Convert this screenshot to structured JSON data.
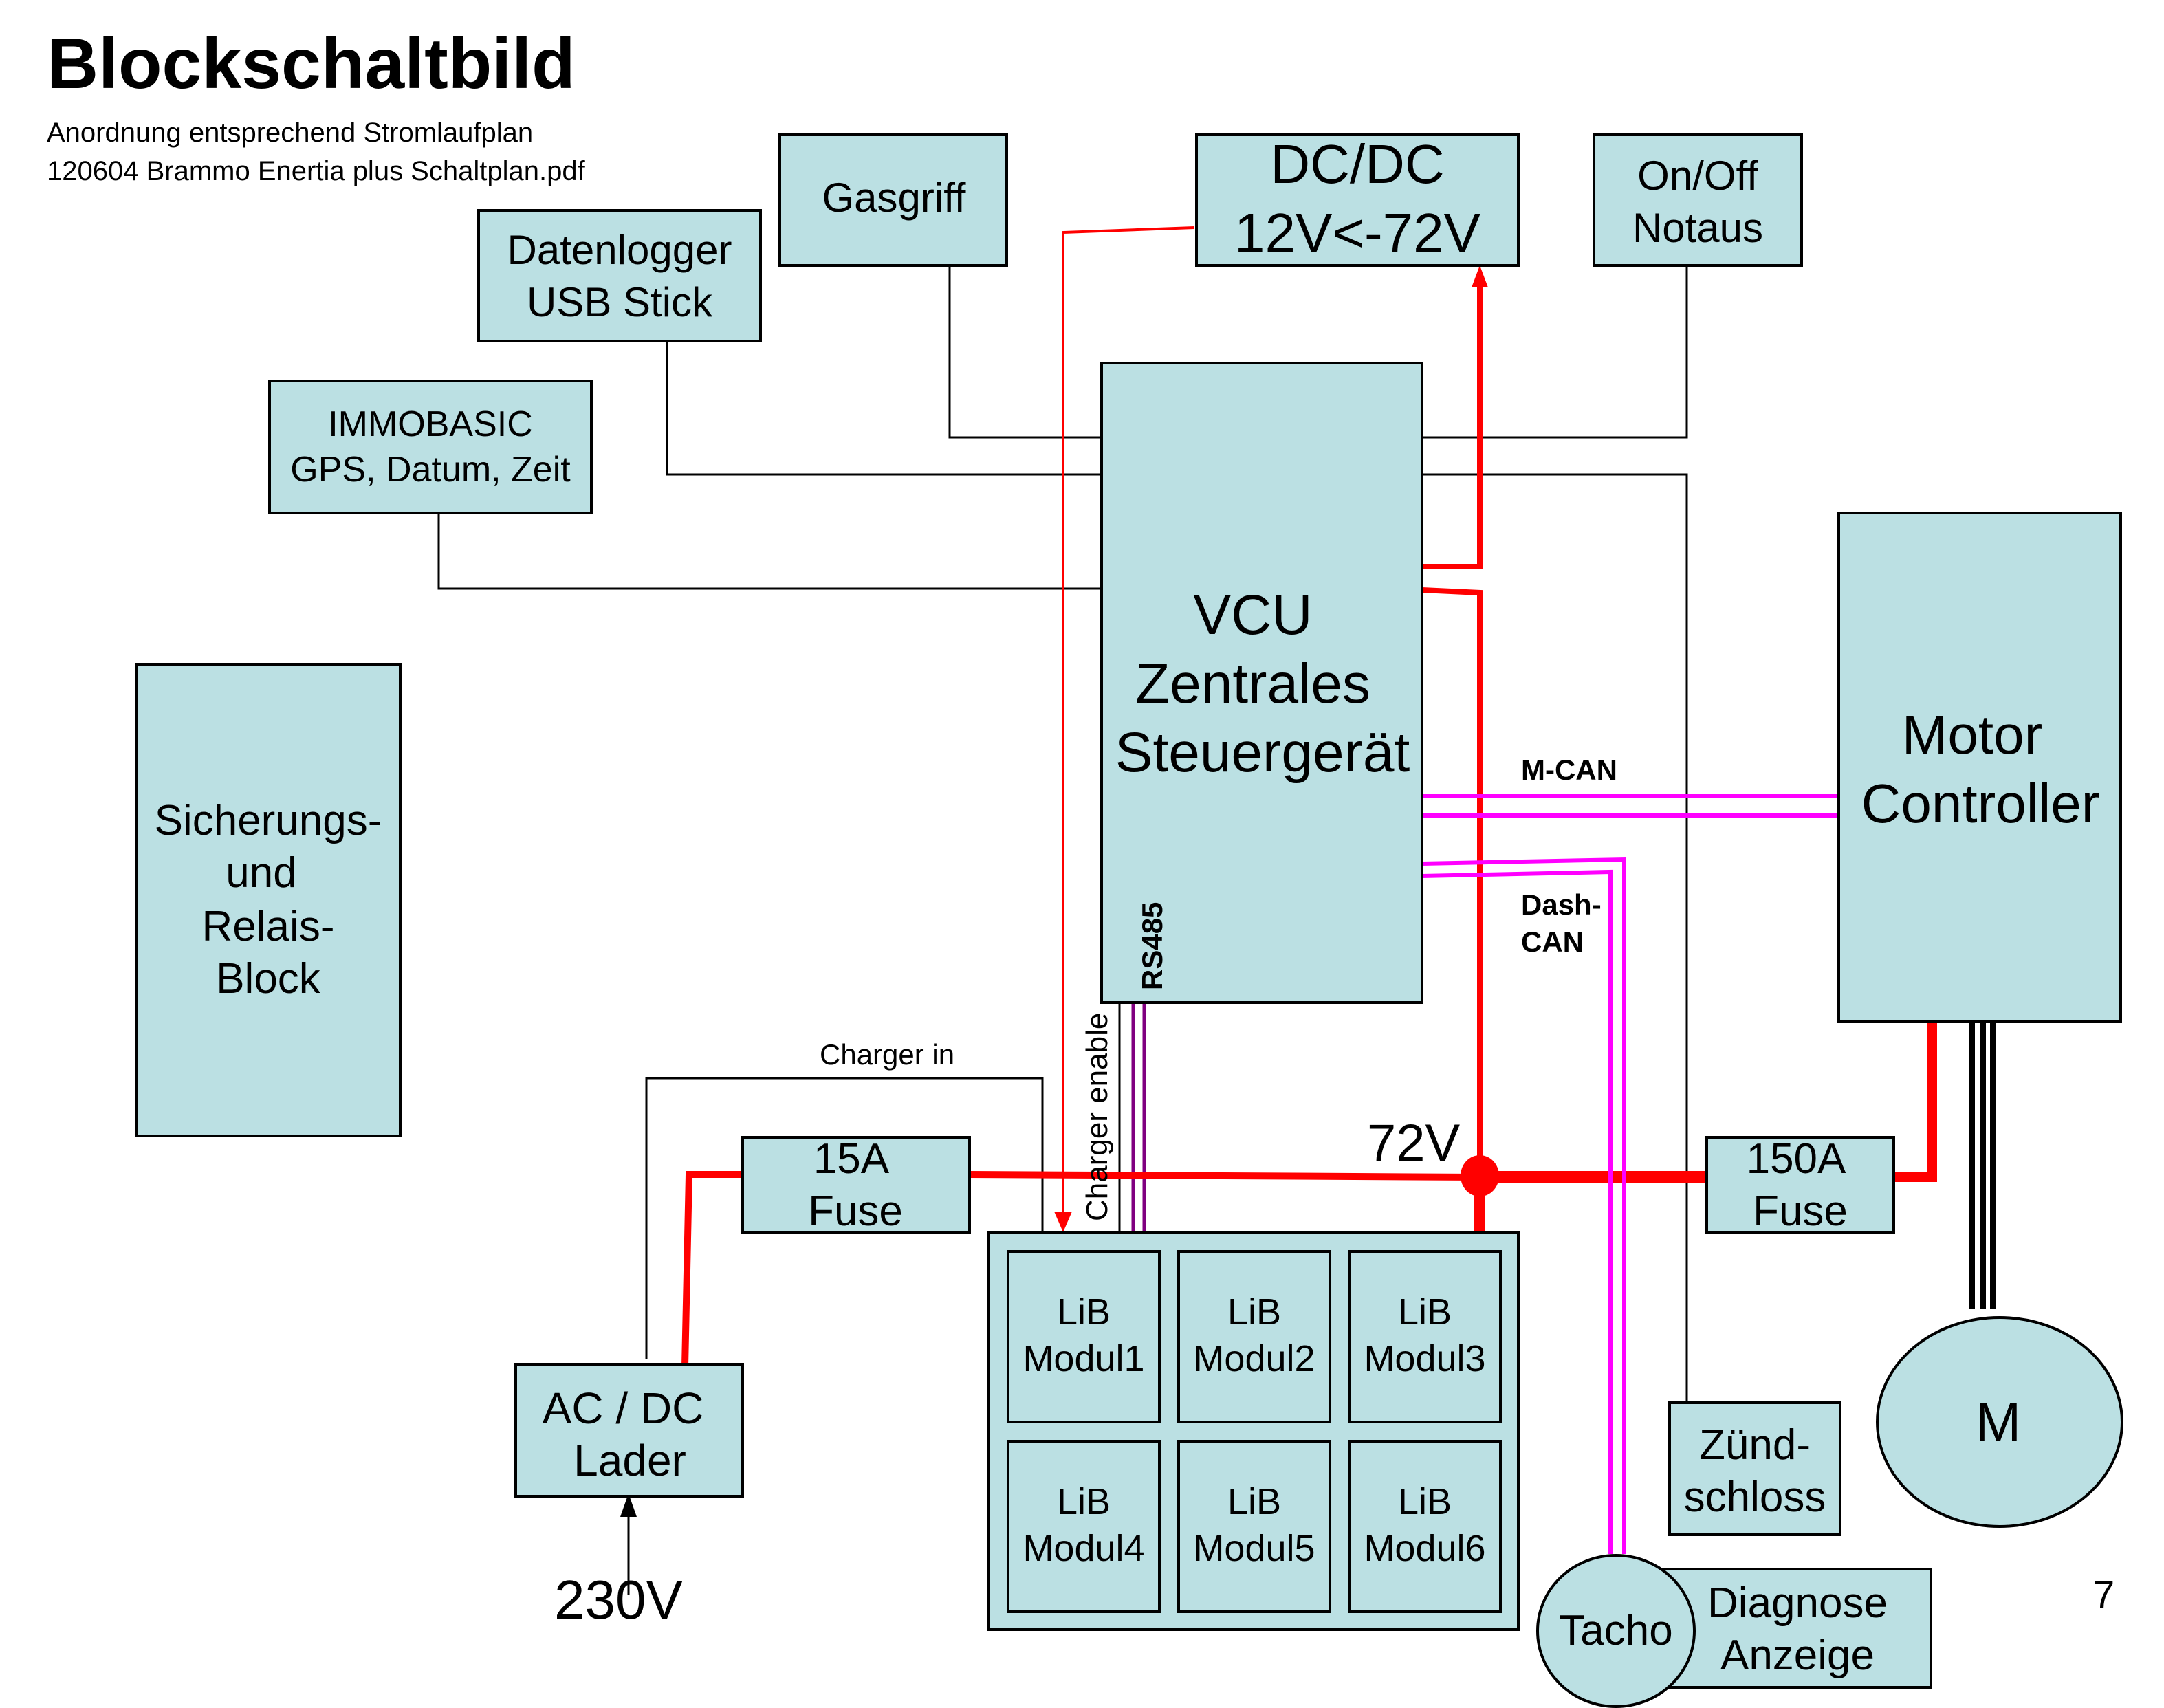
{
  "title": "Blockschaltbild",
  "subtitle_lines": [
    "Anordnung entsprechend Stromlaufplan",
    "120604 Brammo Enertia plus Schaltplan.pdf"
  ],
  "page_number": "7",
  "colors": {
    "block_fill": "#bbe0e3",
    "power": "#ff0000",
    "can_bus": "#ff00ff",
    "rs485": "#800080",
    "signal": "#000000"
  },
  "blocks": {
    "gasgriff": [
      "Gasgriff"
    ],
    "dcdc": [
      "DC/DC",
      "12V<-72V"
    ],
    "onoff": [
      "On/Off",
      "Notaus"
    ],
    "datenlogger": [
      "Datenlogger",
      "USB Stick"
    ],
    "immobasic": [
      "IMMOBASIC",
      "GPS, Datum, Zeit"
    ],
    "vcu": [
      "VCU",
      "Zentrales",
      "Steuergerät"
    ],
    "motor_controller": [
      "Motor",
      "Controller"
    ],
    "sicherung": [
      "Sicherungs-",
      "und",
      "Relais-",
      "Block"
    ],
    "fuse15": [
      "15A",
      "Fuse"
    ],
    "fuse150": [
      "150A",
      "Fuse"
    ],
    "charger": [
      "AC / DC",
      "Lader"
    ],
    "zuendschloss": [
      "Zünd-",
      "schloss"
    ],
    "diagnose": [
      "Diagnose",
      "Anzeige"
    ],
    "tacho": "Tacho",
    "motor": "M",
    "modules": [
      [
        "LiB",
        "Modul1"
      ],
      [
        "LiB",
        "Modul2"
      ],
      [
        "LiB",
        "Modul3"
      ],
      [
        "LiB",
        "Modul4"
      ],
      [
        "LiB",
        "Modul5"
      ],
      [
        "LiB",
        "Modul6"
      ]
    ]
  },
  "labels": {
    "mcan": "M-CAN",
    "dashcan": [
      "Dash-",
      "CAN"
    ],
    "rs485": "RS485",
    "charger_in": "Charger in",
    "charger_enable": "Charger enable",
    "v72": "72V",
    "v230": "230V"
  }
}
